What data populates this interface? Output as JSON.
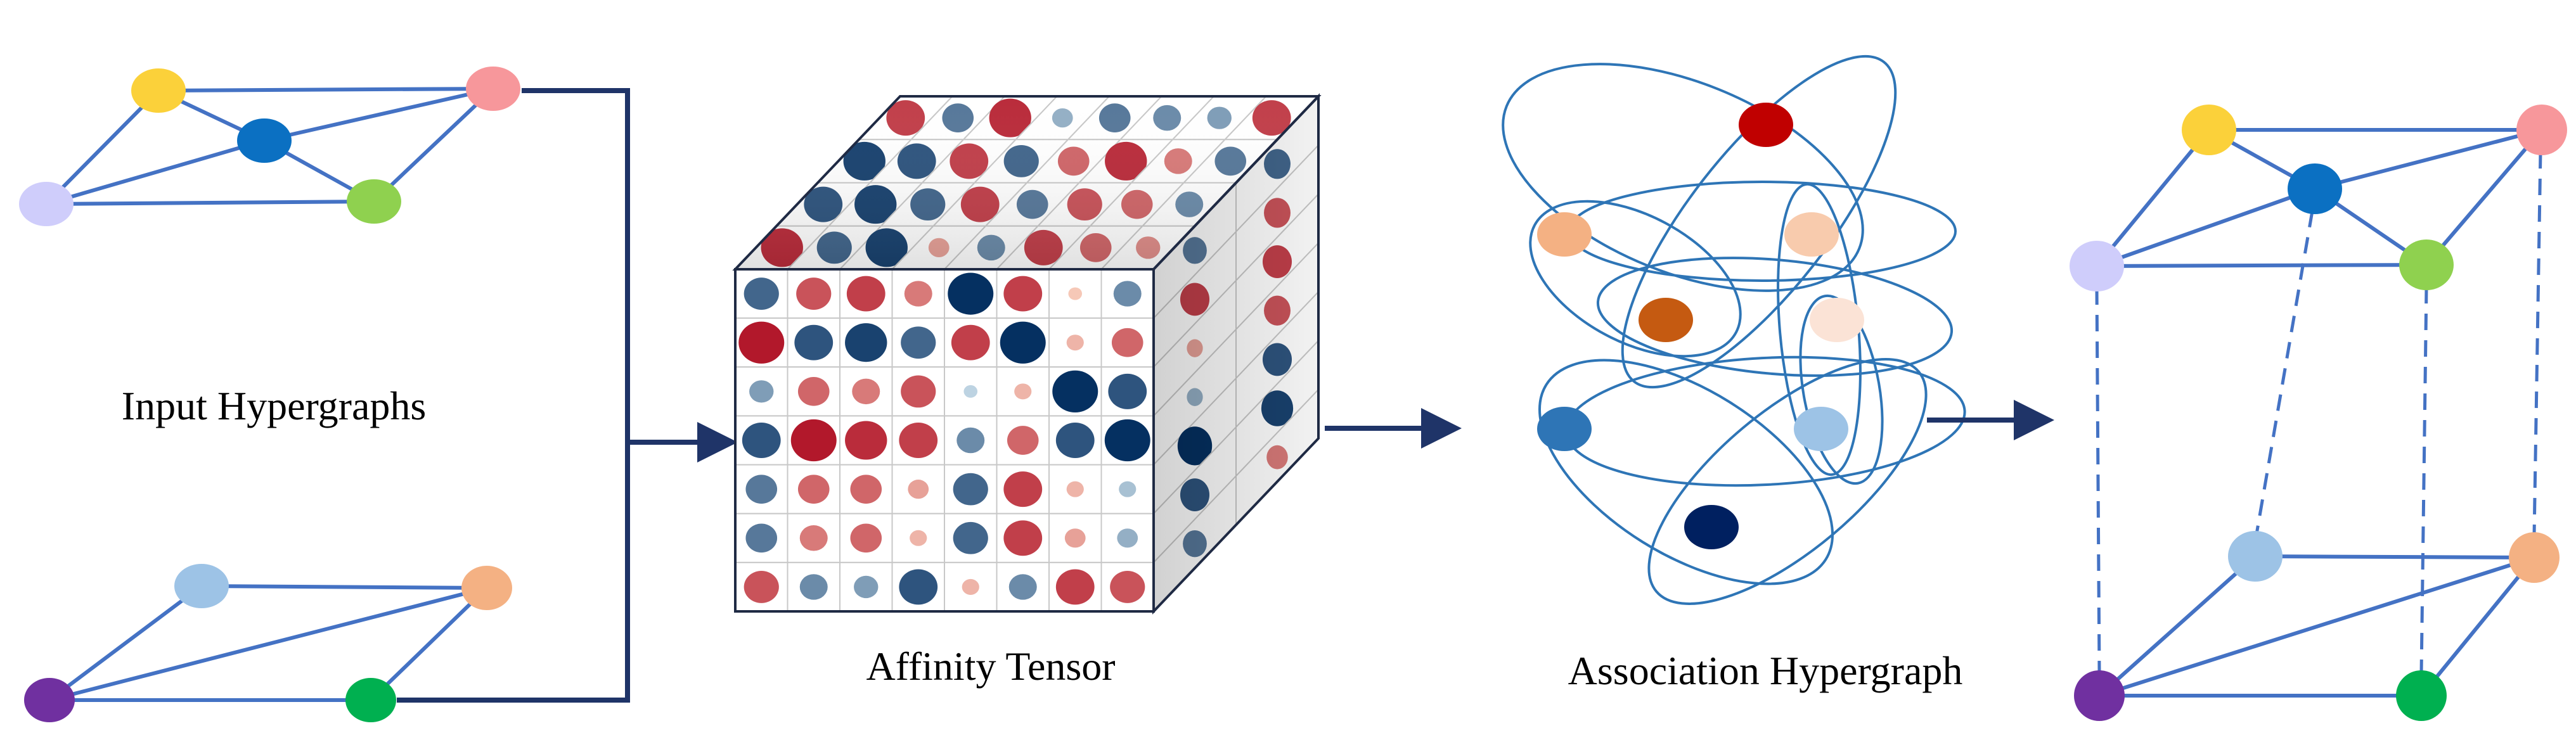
{
  "labels": {
    "input": "Input Hypergraphs",
    "tensor": "Affinity Tensor",
    "association": "Association Hypergraph"
  },
  "colors": {
    "edge": "#4472c4",
    "connector": "#1f3468",
    "cell_border": "#c8c8c8",
    "cube_edge": "#1f2a44",
    "hyperedge": "#2e75b6",
    "node_yellow": "#fbd13a",
    "node_pink": "#f7979b",
    "node_blue": "#0b70c2",
    "node_lavender": "#cfcdfb",
    "node_green": "#8fd14f",
    "node_lightblue": "#9dc3e6",
    "node_peach": "#f4b183",
    "node_purple": "#7030a0",
    "node_emerald": "#00b050",
    "node_red": "#c00000",
    "node_salmon": "#f4b183",
    "node_rust": "#c55a11",
    "node_cream": "#fbe3d6",
    "node_steel": "#2e75b6",
    "node_navy": "#002060"
  },
  "affinity_matrix": {
    "front": [
      [
        -0.7,
        0.7,
        0.8,
        0.5,
        -1.0,
        0.8,
        0.1,
        -0.5
      ],
      [
        1.0,
        -0.8,
        -0.9,
        -0.7,
        0.8,
        -1.0,
        0.2,
        0.6
      ],
      [
        -0.4,
        0.6,
        0.5,
        0.7,
        -0.1,
        0.2,
        -1.0,
        -0.8
      ],
      [
        -0.8,
        1.0,
        0.9,
        0.8,
        -0.5,
        0.6,
        -0.8,
        -1.0
      ],
      [
        -0.6,
        0.6,
        0.6,
        0.3,
        -0.7,
        0.8,
        0.2,
        -0.2
      ],
      [
        -0.6,
        0.5,
        0.6,
        0.2,
        -0.7,
        0.8,
        0.3,
        -0.3
      ],
      [
        0.7,
        -0.5,
        -0.4,
        -0.8,
        0.2,
        -0.5,
        0.8,
        0.7
      ]
    ],
    "top": [
      [
        0.8,
        -0.6,
        0.9,
        -0.3,
        -0.6,
        -0.5,
        -0.4,
        0.8
      ],
      [
        -0.9,
        -0.8,
        0.8,
        -0.7,
        0.6,
        0.9,
        0.5,
        -0.6
      ],
      [
        -0.8,
        -0.9,
        -0.7,
        0.8,
        -0.6,
        0.7,
        0.6,
        -0.5
      ],
      [
        0.9,
        -0.7,
        -0.9,
        0.3,
        -0.5,
        0.8,
        0.6,
        0.4
      ]
    ],
    "side": [
      [
        -0.6,
        -0.7
      ],
      [
        0.8,
        0.7
      ],
      [
        0.3,
        0.8
      ],
      [
        -0.3,
        0.7
      ],
      [
        -1.0,
        -0.8
      ],
      [
        -0.8,
        -0.9
      ],
      [
        -0.6,
        0.5
      ]
    ]
  }
}
